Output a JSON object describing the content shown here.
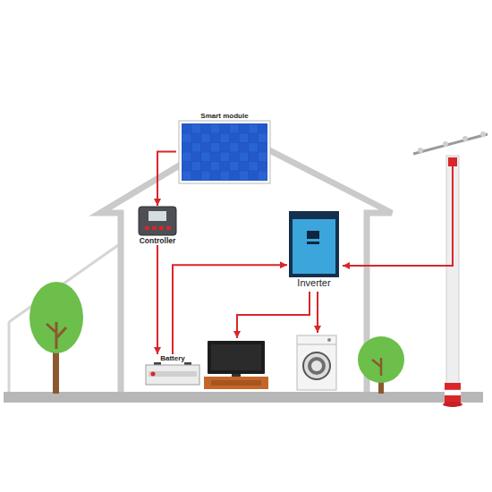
{
  "diagram": {
    "nodes": [
      {
        "text": [
          "Smart module"
        ]
      },
      {
        "text": [
          "Controller"
        ]
      },
      {
        "text": [
          "Inverter"
        ]
      },
      {
        "text": [
          "Battery"
        ]
      }
    ],
    "edges": [
      {
        "from": 0,
        "to": 1,
        "arrow": "to"
      },
      {
        "from": 1,
        "to": 3,
        "arrow": "to"
      },
      {
        "from": 3,
        "to": 2,
        "arrow": "to"
      }
    ]
  }
}
